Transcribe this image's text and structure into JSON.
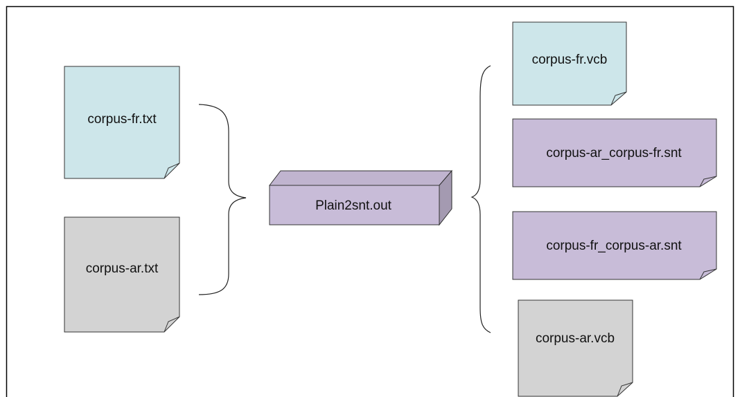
{
  "inputs": [
    {
      "label": "corpus-fr.txt",
      "color": "#cde6ea"
    },
    {
      "label": "corpus-ar.txt",
      "color": "#d3d3d3"
    }
  ],
  "process": {
    "label": "Plain2snt.out",
    "color": "#c8bcd8"
  },
  "outputs": [
    {
      "label": "corpus-fr.vcb",
      "color": "#cde6ea"
    },
    {
      "label": "corpus-ar_corpus-fr.snt",
      "color": "#c8bcd8"
    },
    {
      "label": "corpus-fr_corpus-ar.snt",
      "color": "#c8bcd8"
    },
    {
      "label": "corpus-ar.vcb",
      "color": "#d3d3d3"
    }
  ]
}
